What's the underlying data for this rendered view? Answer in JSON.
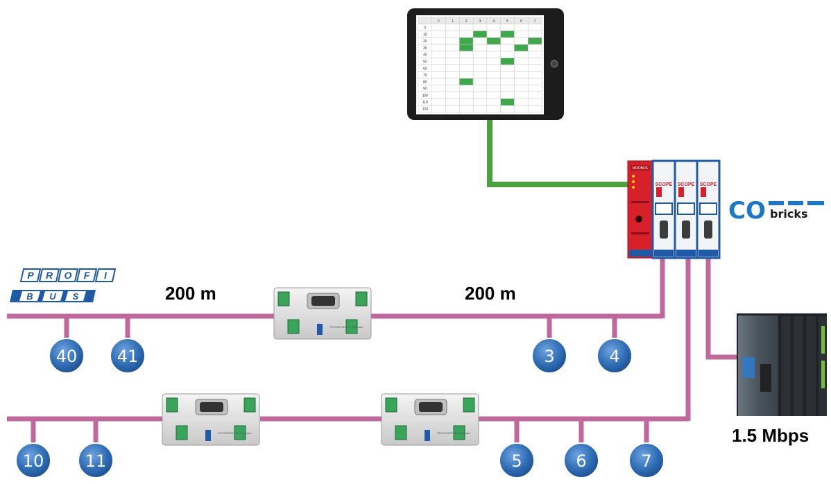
{
  "labels": {
    "distance_left": "200 m",
    "distance_right": "200 m",
    "baudrate": "1.5 Mbps"
  },
  "logos": {
    "profibus_top": "PROFI",
    "profibus_bottom": "BUS",
    "combricks_big": "CO",
    "combricks_small": "bricks"
  },
  "modules": {
    "head_module_label": "MODBUS",
    "scope_label": "SCOPE"
  },
  "repeater_text": "PROCENTEC BT Repeater",
  "nodes_top": [
    "40",
    "41",
    "3",
    "4"
  ],
  "nodes_bottom": [
    "10",
    "11",
    "5",
    "6",
    "7"
  ],
  "colors": {
    "bus_cable": "#c0679b",
    "ethernet_cable": "#4aa23a",
    "node_fill": "#2f6db5",
    "head_module": "#d8202a",
    "scope_module": "#1e5aa8",
    "combricks_blue": "#1b78c8"
  },
  "tablet_table": {
    "headers": [
      "",
      "F",
      "1",
      "2",
      "3",
      "4",
      "5",
      "6",
      "7"
    ],
    "rows": [
      "0",
      "10",
      "20",
      "30",
      "40",
      "50",
      "60",
      "70",
      "80",
      "90",
      "100",
      "110",
      "120"
    ]
  }
}
